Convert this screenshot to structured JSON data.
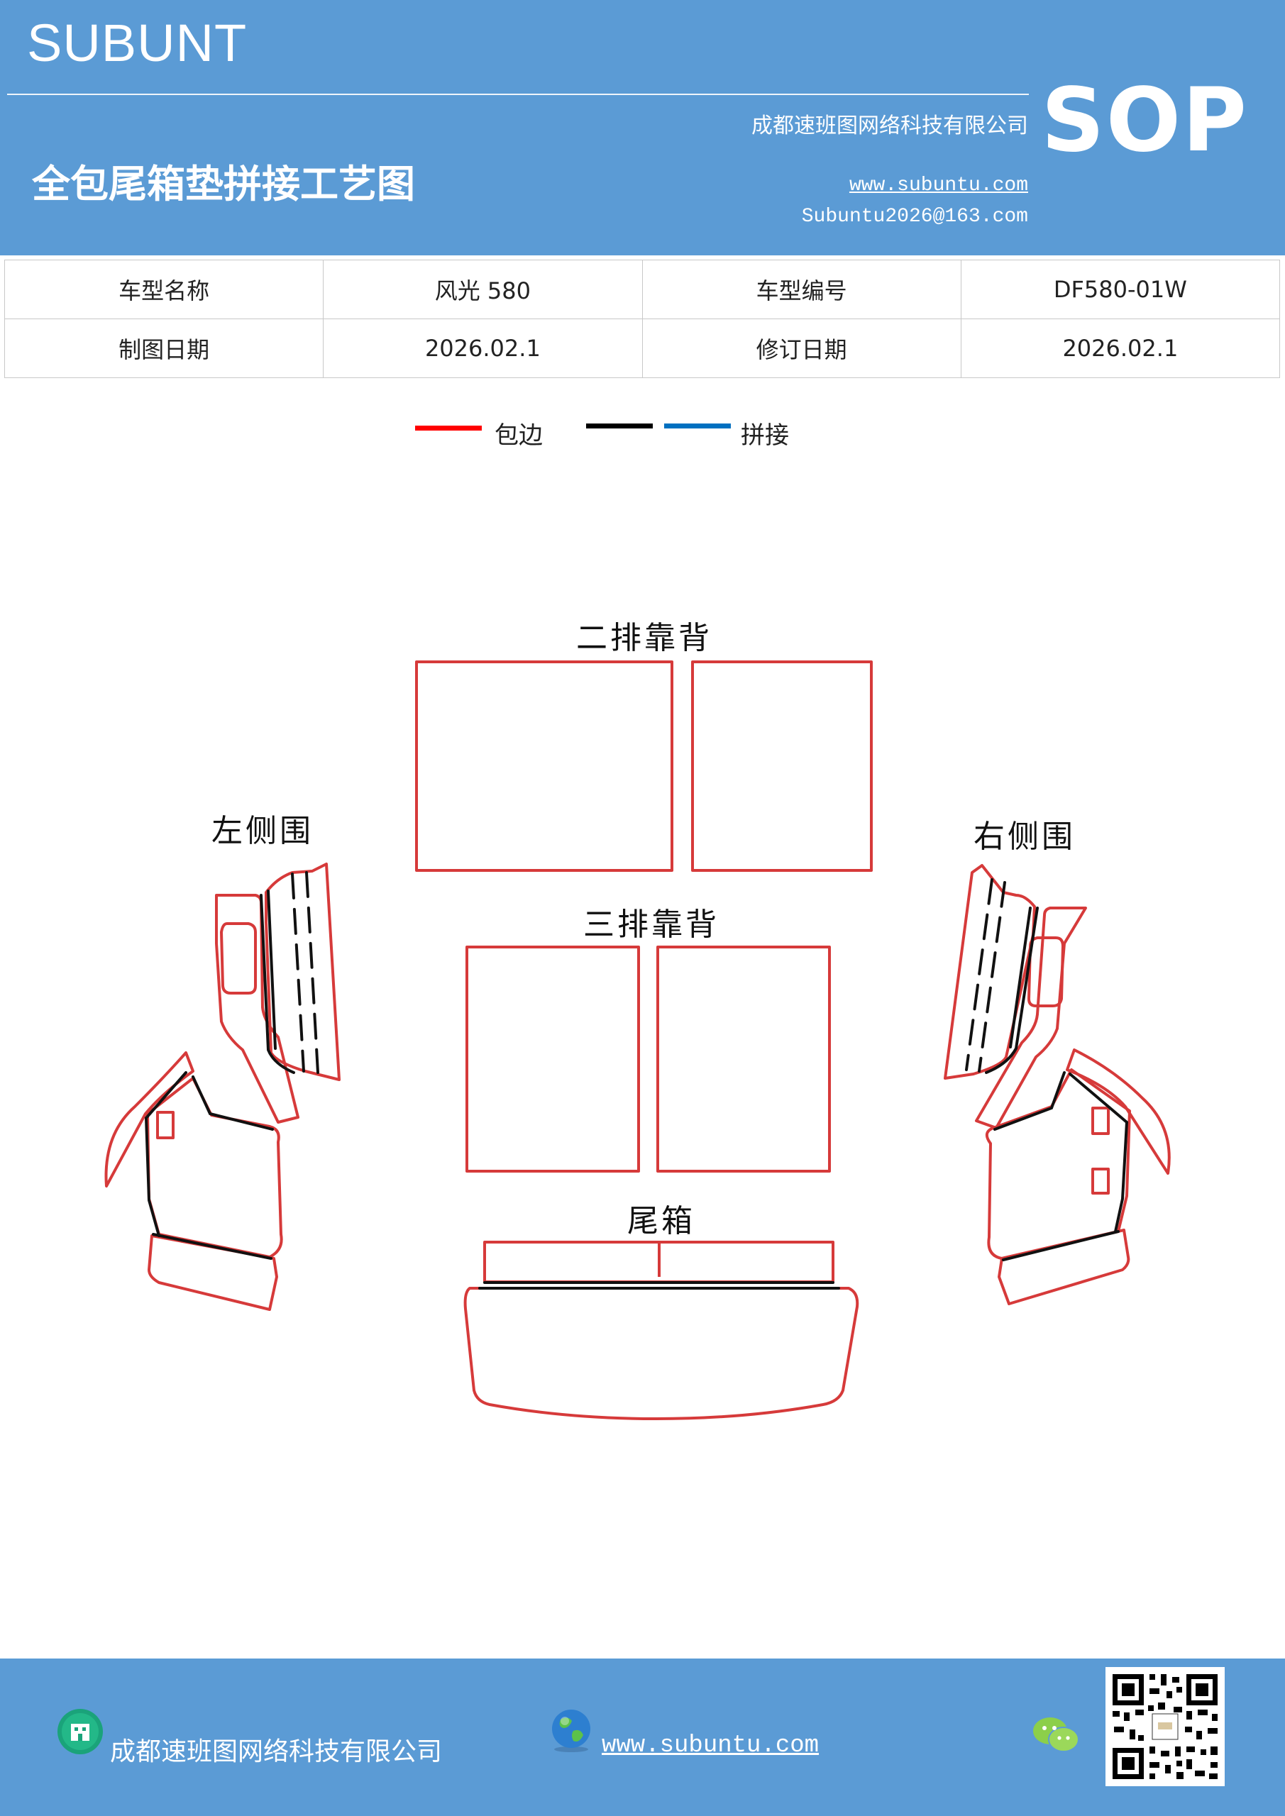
{
  "header": {
    "brand": "SUBUNT",
    "company": "成都速班图网络科技有限公司",
    "title": "全包尾箱垫拼接工艺图",
    "website": "www.subuntu.com",
    "email": "Subuntu2026@163.com",
    "badge": "SOP",
    "background_color": "#5b9bd5"
  },
  "info_table": {
    "rows": [
      [
        "车型名称",
        "风光 580",
        "车型编号",
        "DF580-01W"
      ],
      [
        "制图日期",
        "2026.02.1",
        "修订日期",
        "2026.02.1"
      ]
    ]
  },
  "legend": {
    "edge_label": "包边",
    "edge_color": "#ff0000",
    "joint_label": "拼接",
    "joint_colors": [
      "#000000",
      "#0070c0"
    ]
  },
  "diagram": {
    "labels": {
      "second_row_back": "二排靠背",
      "third_row_back": "三排靠背",
      "trunk": "尾箱",
      "left_side": "左侧围",
      "right_side": "右侧围"
    },
    "edge_color": "#d63a3a",
    "joint_color": "#111111"
  },
  "footer": {
    "company": "成都速班图网络科技有限公司",
    "website": "www.subuntu.com",
    "icons": [
      "building-icon",
      "globe-icon",
      "wechat-icon",
      "qr-code"
    ]
  }
}
